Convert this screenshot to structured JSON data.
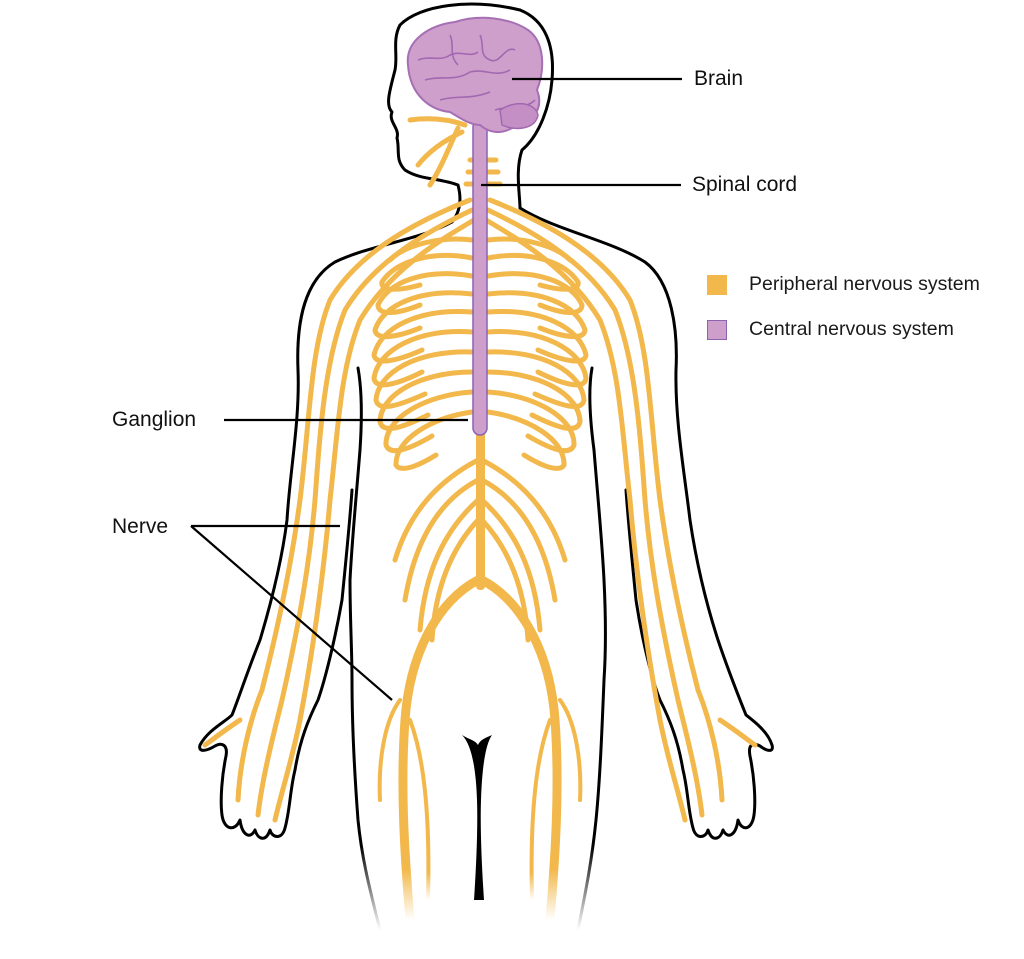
{
  "colors": {
    "peripheral": "#f2b84b",
    "central": "#cf9fcc",
    "central_border": "#8a63b3",
    "outline": "#000000",
    "label_line": "#000000"
  },
  "labels": {
    "brain": "Brain",
    "spinal_cord": "Spinal cord",
    "ganglion": "Ganglion",
    "nerve": "Nerve"
  },
  "legend": {
    "items": [
      {
        "label": "Peripheral nervous system",
        "color": "#f2b84b"
      },
      {
        "label": "Central nervous system",
        "color": "#cf9fcc"
      }
    ]
  }
}
